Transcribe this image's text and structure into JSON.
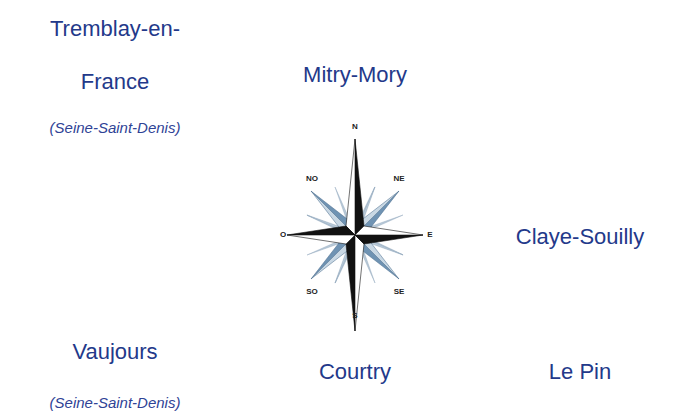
{
  "diagram": {
    "labels": [
      "Tremblay-en-France",
      "(Seine-Saint-Denis)",
      "Mitry-Mory",
      "N",
      "NO",
      "NE",
      "O",
      "E",
      "SO",
      "SE",
      "S",
      "Claye-Souilly",
      "Vaujours",
      "(Seine-Saint-Denis)",
      "Courtry",
      "Le Pin"
    ]
  }
}
